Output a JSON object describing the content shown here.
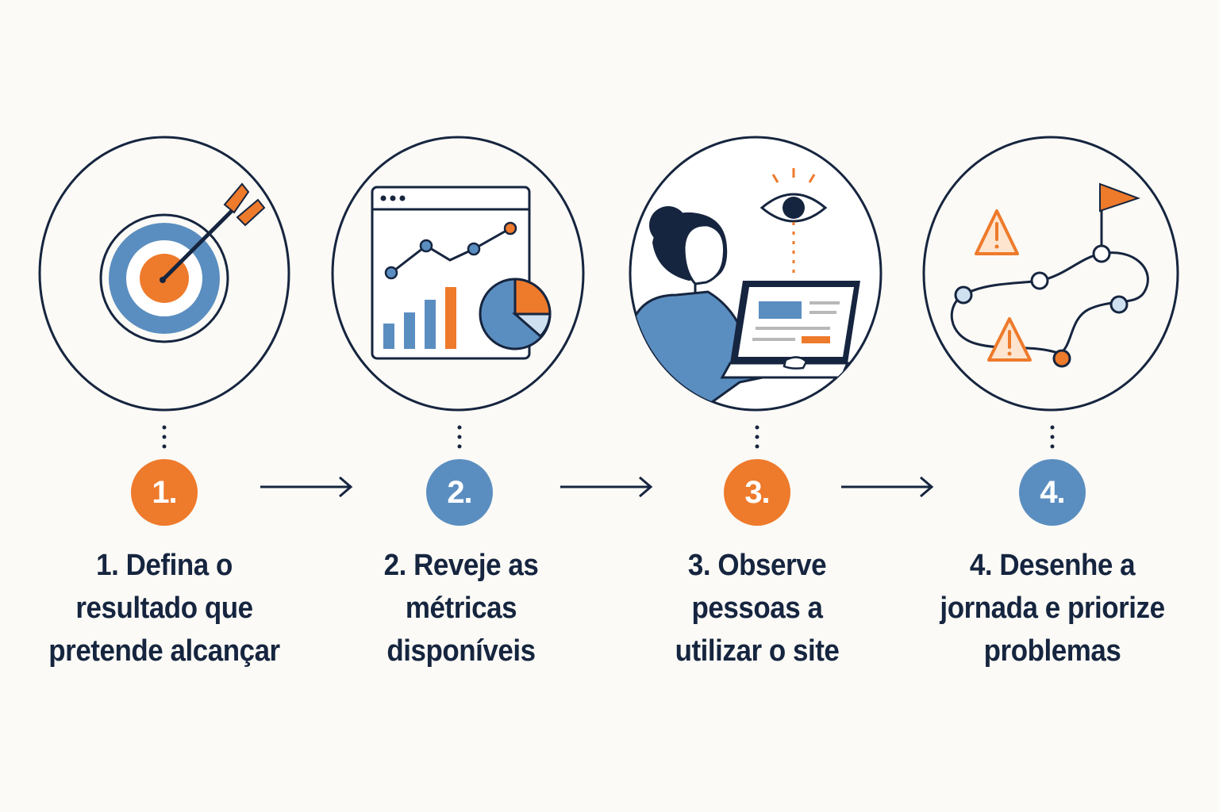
{
  "colors": {
    "navy": "#16253f",
    "orange": "#ee7a2b",
    "blue": "#5b8ec0",
    "light_blue": "#cfe0f0",
    "background": "#fbfaf6"
  },
  "steps": [
    {
      "badge": "1.",
      "badge_color": "#ee7a2b",
      "label_lines": [
        "1. Defina o",
        "resultado que",
        "pretende alcançar"
      ],
      "icon": "target-arrow-icon"
    },
    {
      "badge": "2.",
      "badge_color": "#5b8ec0",
      "label_lines": [
        "2. Reveje as",
        "métricas",
        "disponíveis"
      ],
      "icon": "analytics-dashboard-icon"
    },
    {
      "badge": "3.",
      "badge_color": "#ee7a2b",
      "label_lines": [
        "3. Observe",
        "pessoas a",
        "utilizar o site"
      ],
      "icon": "person-using-laptop-icon"
    },
    {
      "badge": "4.",
      "badge_color": "#5b8ec0",
      "label_lines": [
        "4. Desenhe a",
        "jornada e priorize",
        "problemas"
      ],
      "icon": "journey-map-icon"
    }
  ]
}
